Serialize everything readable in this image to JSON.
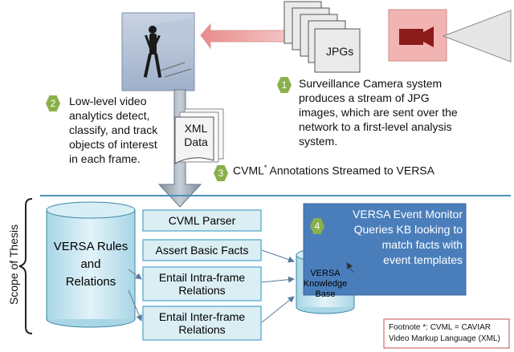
{
  "labels": {
    "jpgs": "JPGs",
    "xml_data": "XML\nData",
    "step1_text": "Surveillance Camera system\nproduces a stream of JPG\nimages, which are sent over the\nnetwork to a first-level analysis\nsystem.",
    "step2_text": "Low-level video\nanalytics detect,\nclassify, and track\nobjects of interest\nin each frame.",
    "step3_text": "CVML",
    "step3_sup": "*",
    "step3_rest": " Annotations Streamed to VERSA",
    "scope": "Scope of Thesis",
    "rules_db": "VERSA Rules\nand\nRelations",
    "cvml_parser": "CVML Parser",
    "assert_facts": "Assert Basic Facts",
    "intra_frame": "Entail Intra-frame\nRelations",
    "inter_frame": "Entail Inter-frame\nRelations",
    "kb": "VERSA\nKnowledge\nBase",
    "monitor": "VERSA Event Monitor\nQueries KB looking to\nmatch facts with\nevent templates",
    "footnote": "Footnote *: CVML = CAVIAR\nVideo Markup Language (XML)"
  },
  "steps": [
    "1",
    "2",
    "3",
    "4"
  ],
  "colors": {
    "green_badge": "#8ab04a",
    "light_blue_box": "#dbeef4",
    "monitor_blue": "#4a7ebb",
    "camera_pink": "#f2b3b3",
    "divider": "#4a90b8",
    "footnote_border": "#c0504d"
  },
  "icons": [
    "camera-icon",
    "person-figure-icon",
    "document-icon"
  ]
}
